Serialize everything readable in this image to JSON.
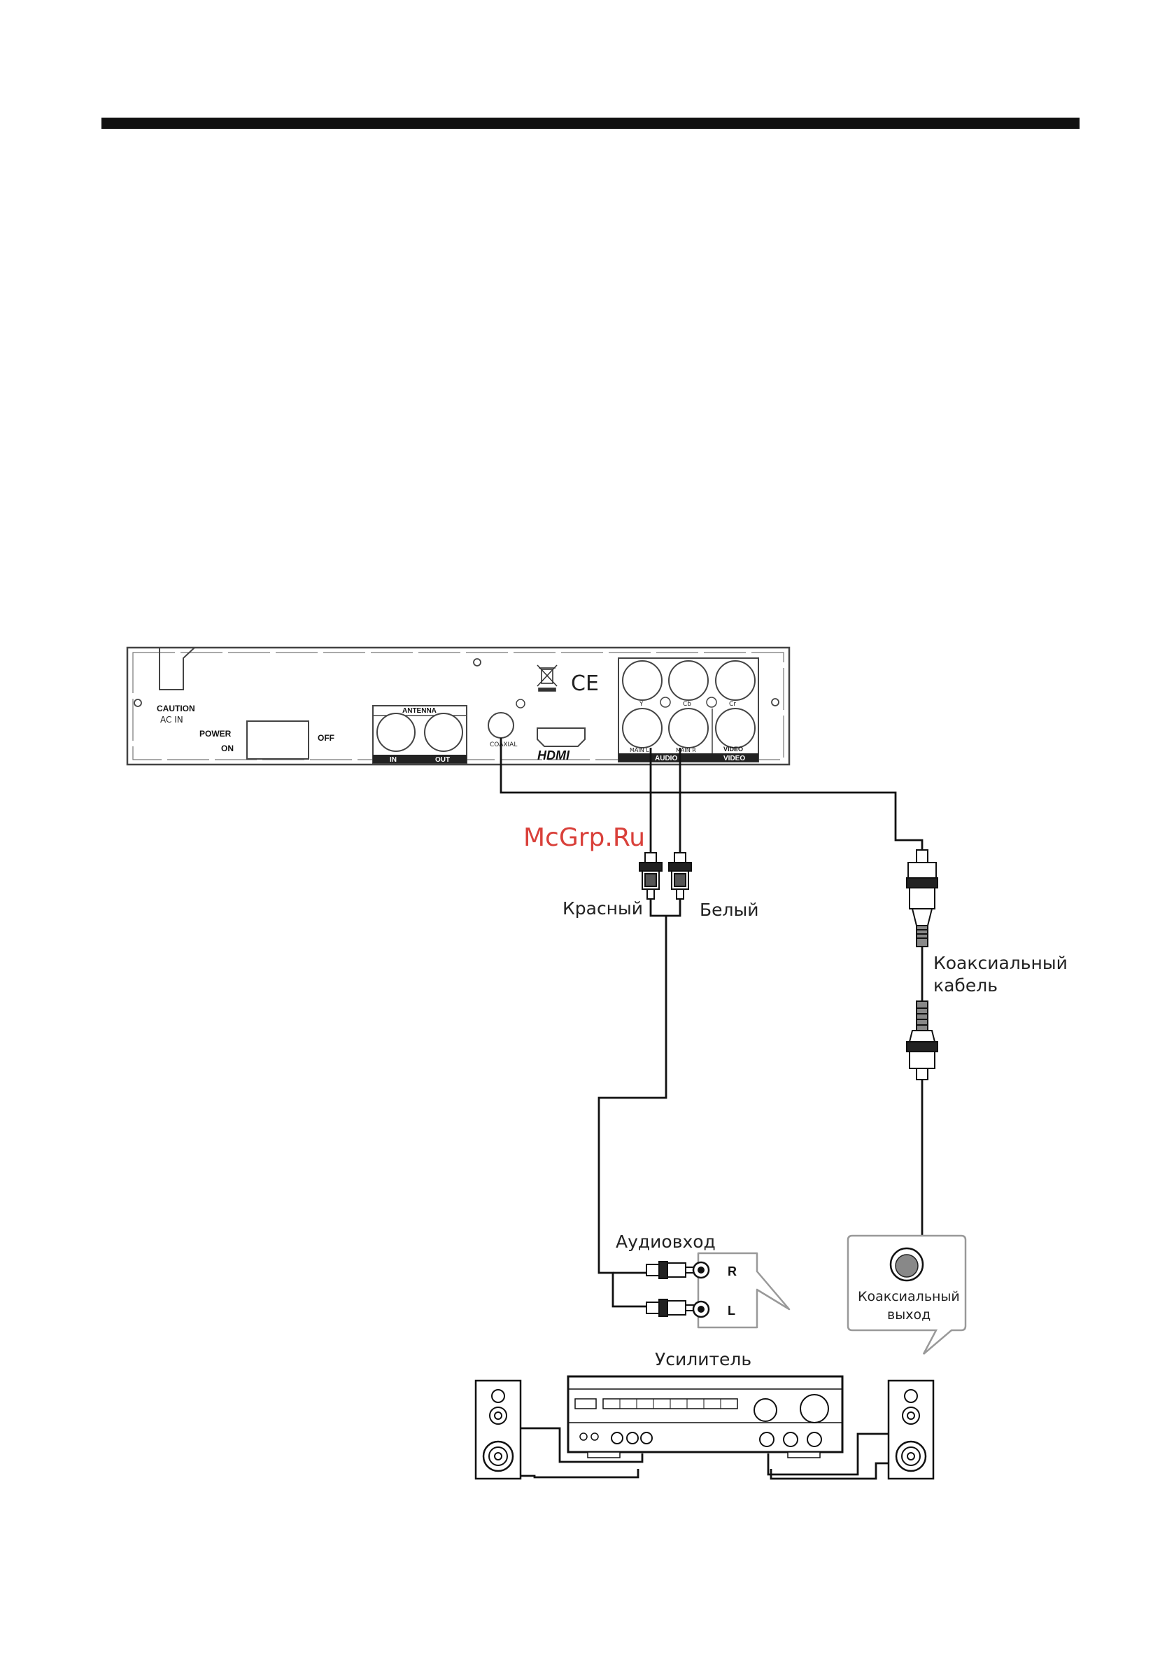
{
  "watermark": "McGrp.Ru",
  "device": {
    "caution": "CAUTION",
    "ac_in": "AC IN",
    "power": "POWER",
    "on": "ON",
    "off": "OFF",
    "antenna": "ANTENNA",
    "antenna_in": "IN",
    "antenna_out": "OUT",
    "coaxial": "COAXIAL",
    "hdmi": "HDMI",
    "y": "Y",
    "cb": "Cb",
    "cr": "Cr",
    "main_l": "MAIN L",
    "main_r": "MAIN R",
    "audio": "AUDIO",
    "video_small": "VIDEO",
    "video": "VIDEO",
    "ce": "CE"
  },
  "labels": {
    "red": "Красный",
    "white": "Белый",
    "coax_cable_1": "Коаксиальный",
    "coax_cable_2": "кабель",
    "audio_in": "Аудиовход",
    "r": "R",
    "l": "L",
    "coax_out_1": "Коаксиальный",
    "coax_out_2": "выход",
    "amplifier": "Усилитель"
  },
  "colors": {
    "ink": "#111111",
    "panel_fill": "#ffffff",
    "watermark": "#d9403a"
  }
}
